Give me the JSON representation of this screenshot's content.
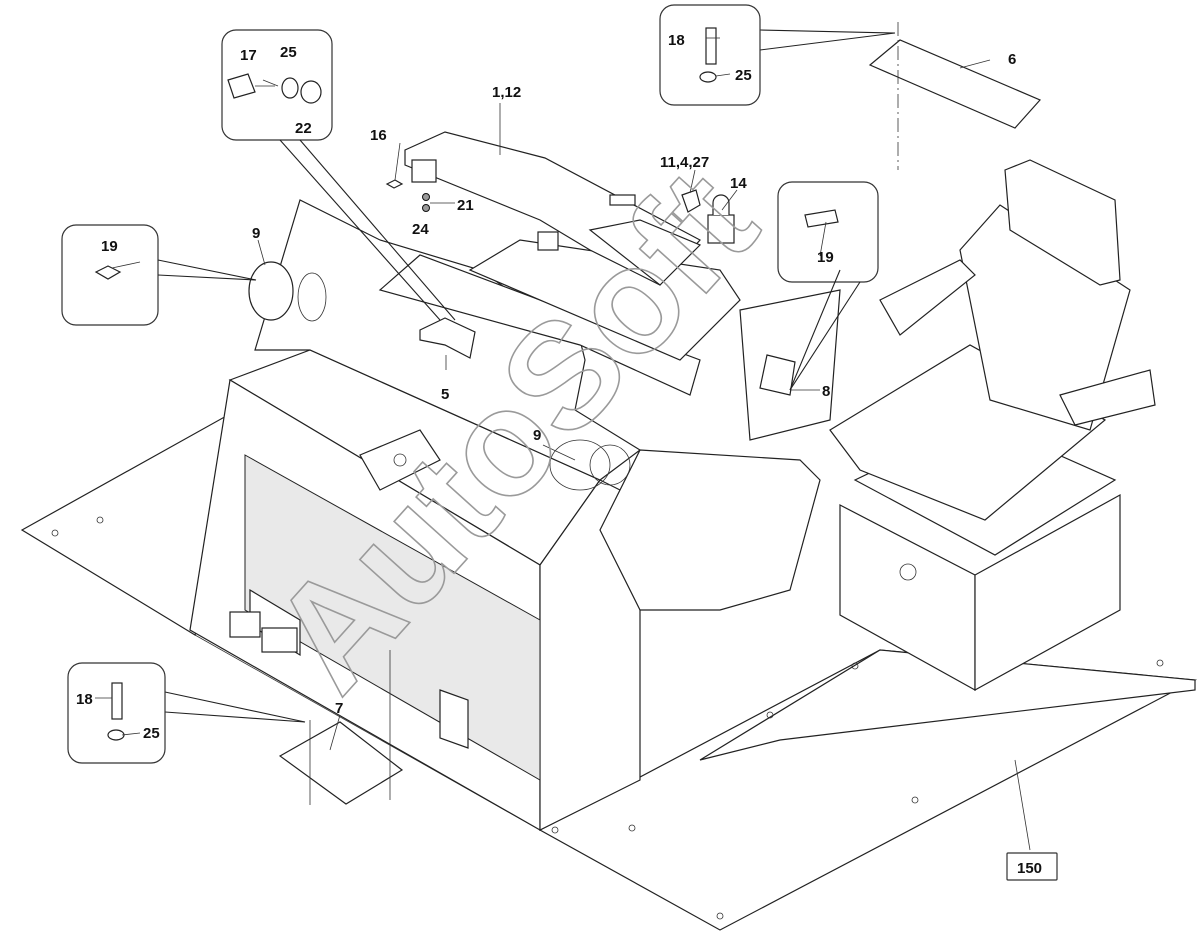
{
  "labels": {
    "seat_base": "150",
    "cover_top": "1,12",
    "bolt_a": "17",
    "washer_a": "25",
    "nut": "22",
    "screw": "16",
    "washer_b": "21",
    "washer_c": "24",
    "lock_plate": "11,4,27",
    "padlock": "14",
    "screw_b": "19",
    "cover_round_left": "9",
    "cover_round_center": "9",
    "hinge": "5",
    "bolt_top": "18",
    "washer_top": "25",
    "plate_top": "6",
    "screw_right": "19",
    "cover_right": "8",
    "bolt_bottom": "18",
    "washer_bottom": "25",
    "plate_bottom": "7"
  },
  "watermark": "AutoSoft"
}
